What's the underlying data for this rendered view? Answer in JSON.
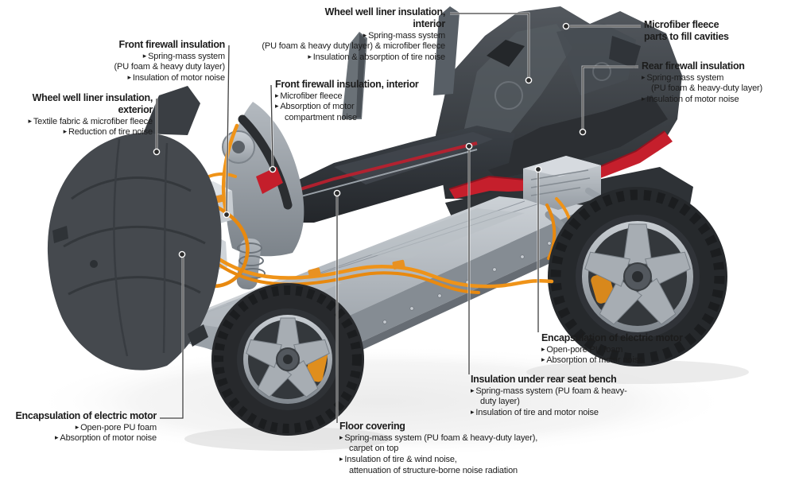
{
  "ui": {
    "bullet_char": "▸"
  },
  "colors": {
    "text": "#1c1c1c",
    "leader_line": "#3f3f3f",
    "accent_red": "#c41e2b",
    "cable_orange": "#ef9318",
    "chassis_silver": "#aab0b6",
    "body_dark": "#33373b",
    "background": "#ffffff"
  },
  "labels": [
    {
      "id": "wheel-well-liner-interior",
      "title": "Wheel well liner insulation,\ninterior",
      "bullets": [
        "Spring-mass system\n(PU foam & heavy duty layer) & microfiber fleece",
        "Insulation & absorption of tire noise"
      ]
    },
    {
      "id": "front-firewall-insulation",
      "title": "Front firewall insulation",
      "bullets": [
        "Spring-mass system\n(PU foam & heavy duty layer)",
        "Insulation of motor noise"
      ]
    },
    {
      "id": "wheel-well-liner-exterior",
      "title": "Wheel well liner insulation,\nexterior",
      "bullets": [
        "Textile fabric & microfiber fleece",
        "Reduction of tire noise"
      ]
    },
    {
      "id": "front-firewall-insulation-interior",
      "title": "Front firewall insulation, interior",
      "bullets": [
        "Microfiber fleece",
        "Absorption of motor\ncompartment noise"
      ]
    },
    {
      "id": "microfiber-fleece-parts",
      "title": "Microfiber fleece\nparts to fill cavities",
      "bullets": []
    },
    {
      "id": "rear-firewall-insulation",
      "title": "Rear firewall insulation",
      "bullets": [
        "Spring-mass system\n(PU foam & heavy-duty layer)",
        "Insulation of motor noise"
      ]
    },
    {
      "id": "encapsulation-electric-motor-rear",
      "title": "Encapsulation of electric motor",
      "bullets": [
        "Open-pore PU foam",
        "Absorption of motor noise"
      ]
    },
    {
      "id": "insulation-under-rear-seat-bench",
      "title": "Insulation under rear seat bench",
      "bullets": [
        "Spring-mass system (PU foam & heavy-\nduty layer)",
        "Insulation of tire and motor noise"
      ]
    },
    {
      "id": "floor-covering",
      "title": "Floor covering",
      "bullets": [
        "Spring-mass system (PU foam & heavy-duty layer),\ncarpet on top",
        "Insulation of tire & wind noise,\nattenuation of structure-borne noise radiation"
      ]
    },
    {
      "id": "encapsulation-electric-motor-front",
      "title": "Encapsulation of electric motor",
      "bullets": [
        "Open-pore PU foam",
        "Absorption of motor noise"
      ]
    }
  ]
}
